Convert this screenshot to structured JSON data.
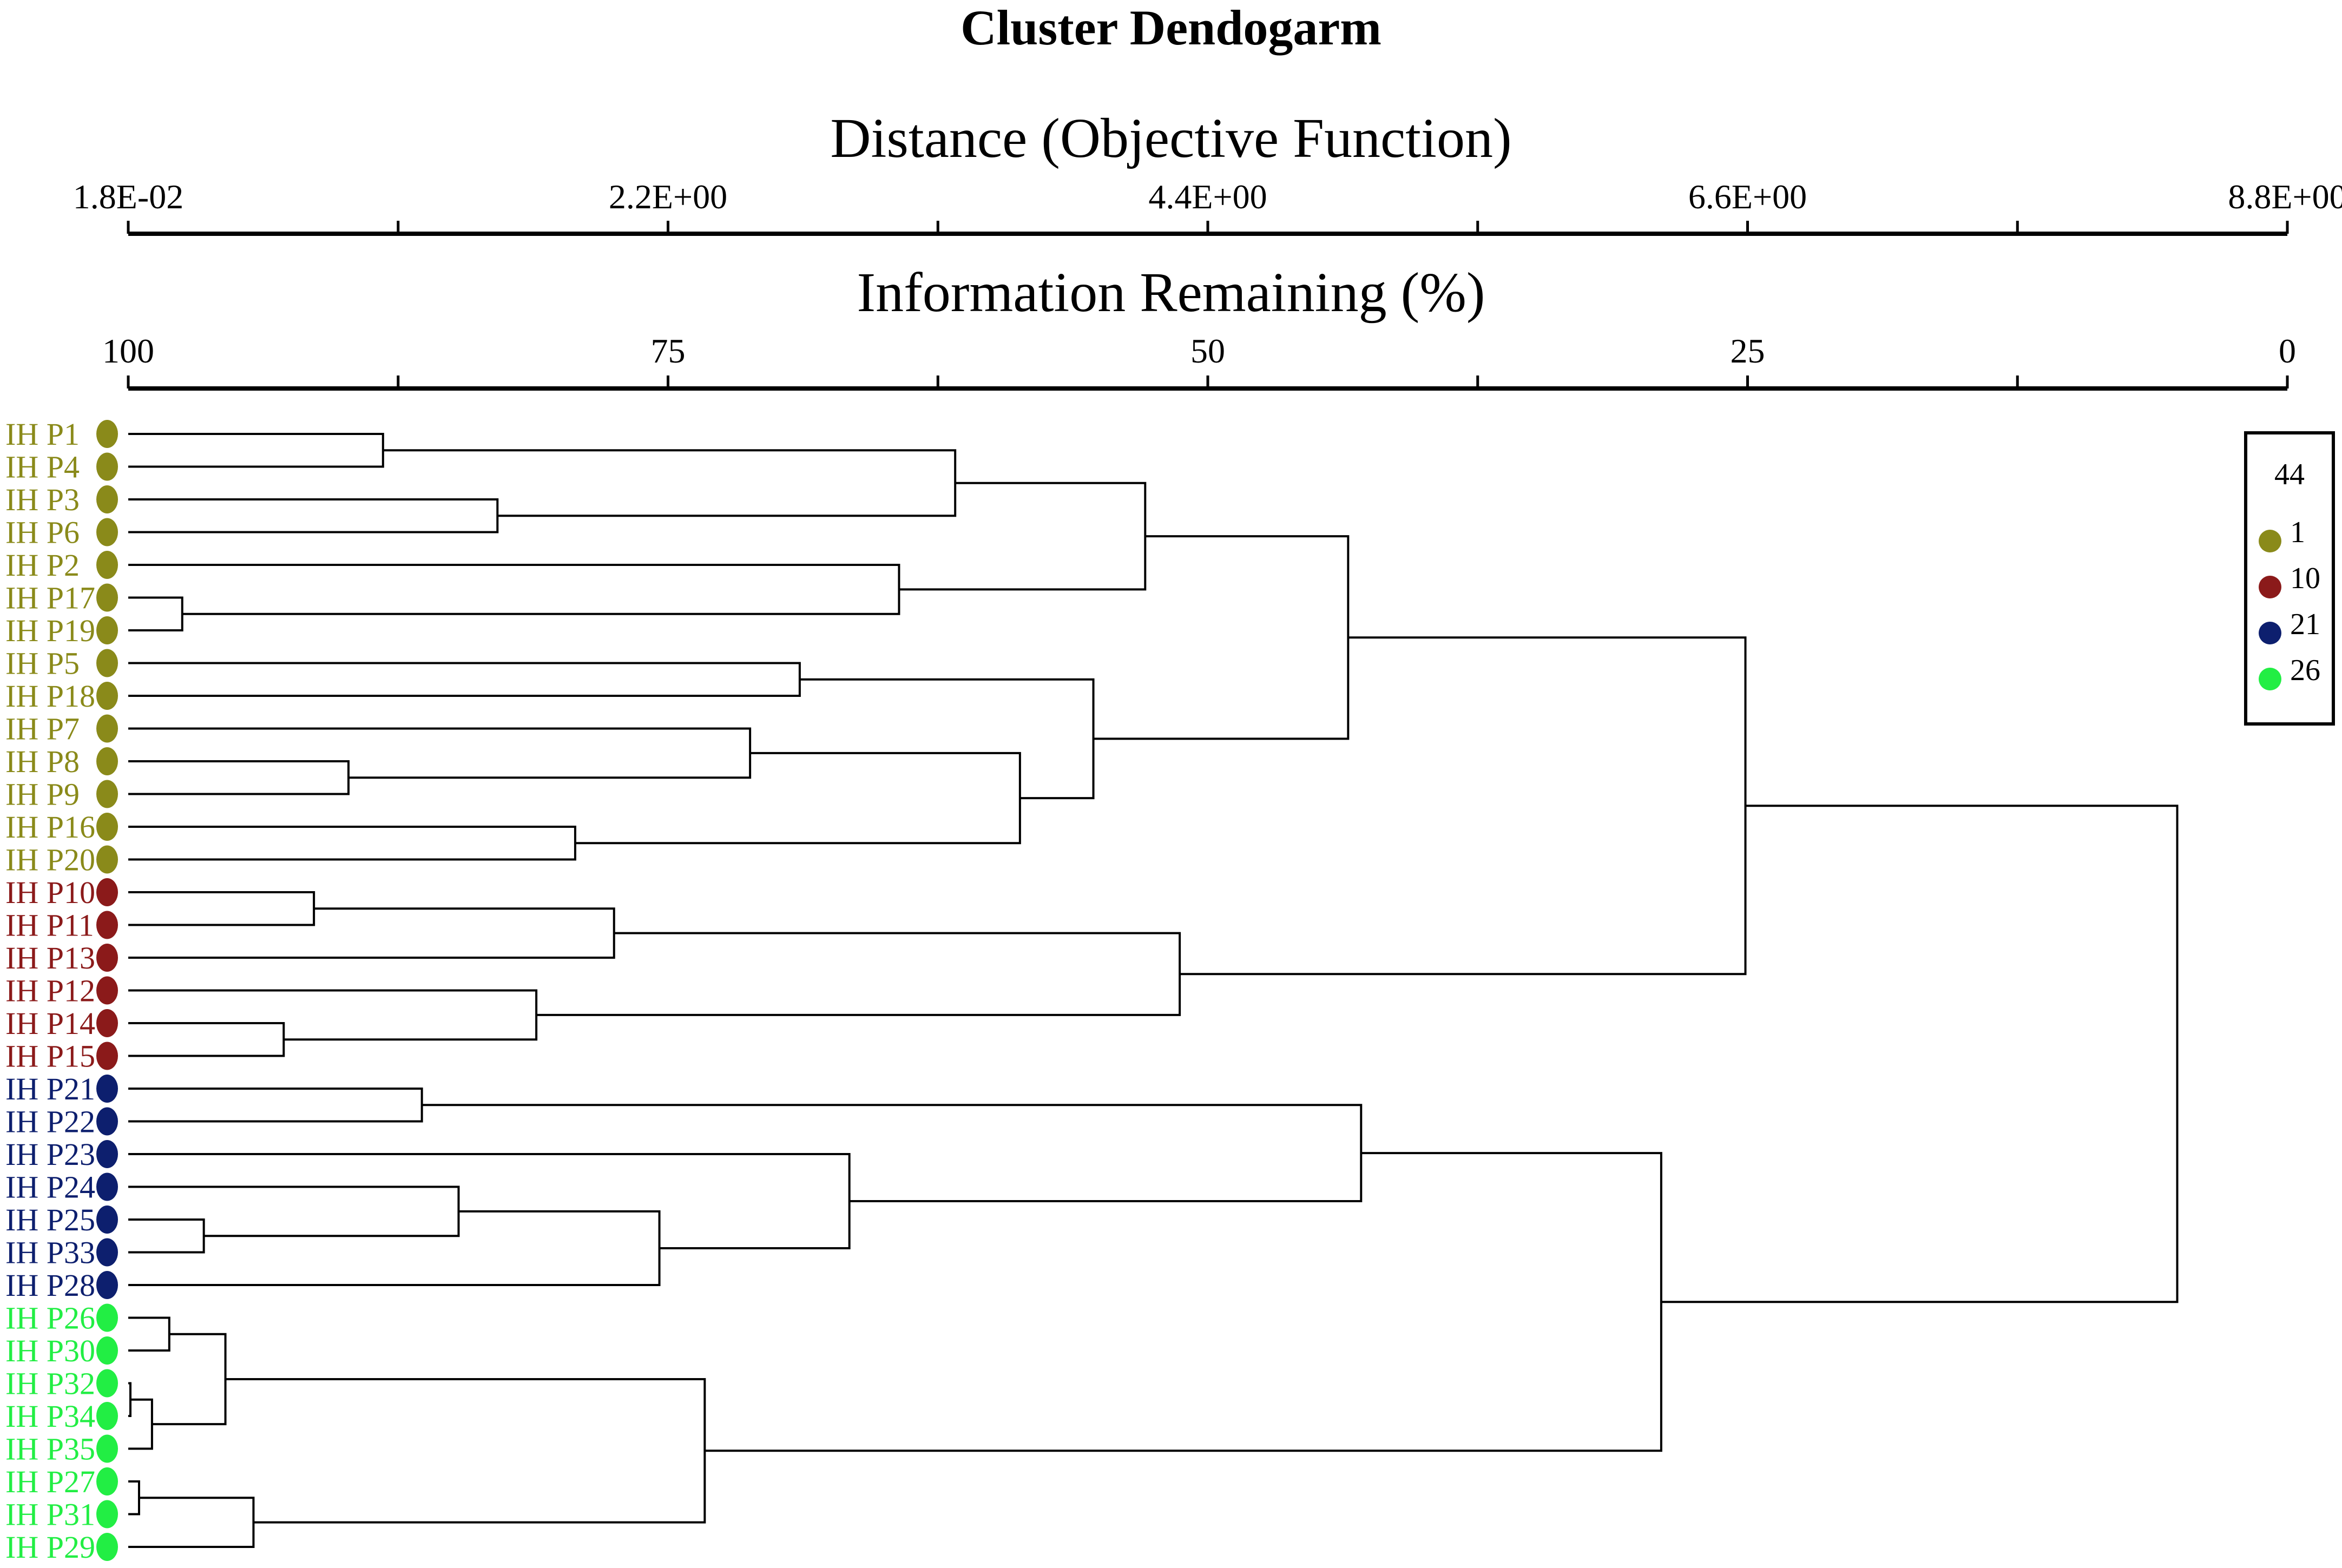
{
  "title": "Cluster Dendogarm",
  "axes": {
    "distance": {
      "title": "Distance (Objective Function)",
      "tick_labels": [
        "1.8E-02",
        "2.2E+00",
        "4.4E+00",
        "6.6E+00",
        "8.8E+00"
      ]
    },
    "information": {
      "title": "Information Remaining (%)",
      "tick_labels": [
        "100",
        "75",
        "50",
        "25",
        "0"
      ]
    }
  },
  "legend": {
    "title": "44",
    "items": [
      {
        "label": "1",
        "color": "#8a8a1a"
      },
      {
        "label": "10",
        "color": "#8b1a1a"
      },
      {
        "label": "21",
        "color": "#0d1f6e"
      },
      {
        "label": "26",
        "color": "#22ee44"
      }
    ]
  },
  "leaves": [
    {
      "label": "IH P1",
      "group": 0
    },
    {
      "label": "IH P4",
      "group": 0
    },
    {
      "label": "IH P3",
      "group": 0
    },
    {
      "label": "IH P6",
      "group": 0
    },
    {
      "label": "IH P2",
      "group": 0
    },
    {
      "label": "IH P17",
      "group": 0
    },
    {
      "label": "IH P19",
      "group": 0
    },
    {
      "label": "IH P5",
      "group": 0
    },
    {
      "label": "IH P18",
      "group": 0
    },
    {
      "label": "IH P7",
      "group": 0
    },
    {
      "label": "IH P8",
      "group": 0
    },
    {
      "label": "IH P9",
      "group": 0
    },
    {
      "label": "IH P16",
      "group": 0
    },
    {
      "label": "IH P20",
      "group": 0
    },
    {
      "label": "IH P10",
      "group": 1
    },
    {
      "label": "IH P11",
      "group": 1
    },
    {
      "label": "IH P13",
      "group": 1
    },
    {
      "label": "IH P12",
      "group": 1
    },
    {
      "label": "IH P14",
      "group": 1
    },
    {
      "label": "IH P15",
      "group": 1
    },
    {
      "label": "IH P21",
      "group": 2
    },
    {
      "label": "IH P22",
      "group": 2
    },
    {
      "label": "IH P23",
      "group": 2
    },
    {
      "label": "IH P24",
      "group": 2
    },
    {
      "label": "IH P25",
      "group": 2
    },
    {
      "label": "IH P33",
      "group": 2
    },
    {
      "label": "IH P28",
      "group": 2
    },
    {
      "label": "IH P26",
      "group": 3
    },
    {
      "label": "IH P30",
      "group": 3
    },
    {
      "label": "IH P32",
      "group": 3
    },
    {
      "label": "IH P34",
      "group": 3
    },
    {
      "label": "IH P35",
      "group": 3
    },
    {
      "label": "IH P27",
      "group": 3
    },
    {
      "label": "IH P31",
      "group": 3
    },
    {
      "label": "IH P29",
      "group": 3
    }
  ],
  "chart_data": {
    "type": "dendrogram",
    "note_units": "merge heights in Information Remaining (%)",
    "info_range": [
      100,
      0
    ],
    "distance_range": [
      0.018,
      8.8
    ],
    "merges": [
      {
        "a": "L0",
        "b": "L1",
        "height": 88.2
      },
      {
        "a": "L2",
        "b": "L3",
        "height": 82.9
      },
      {
        "a": "M0",
        "b": "M1",
        "height": 61.7
      },
      {
        "a": "L5",
        "b": "L6",
        "height": 97.5
      },
      {
        "a": "L4",
        "b": "M3",
        "height": 64.3
      },
      {
        "a": "M2",
        "b": "M4",
        "height": 52.9
      },
      {
        "a": "L7",
        "b": "L8",
        "height": 68.9
      },
      {
        "a": "L10",
        "b": "L11",
        "height": 89.8
      },
      {
        "a": "L9",
        "b": "M7",
        "height": 71.2
      },
      {
        "a": "L12",
        "b": "L13",
        "height": 79.3
      },
      {
        "a": "M8",
        "b": "M9",
        "height": 58.7
      },
      {
        "a": "M6",
        "b": "M10",
        "height": 55.3
      },
      {
        "a": "M5",
        "b": "M11",
        "height": 43.5
      },
      {
        "a": "L14",
        "b": "L15",
        "height": 91.4
      },
      {
        "a": "M13",
        "b": "L16",
        "height": 77.5
      },
      {
        "a": "L18",
        "b": "L19",
        "height": 92.8
      },
      {
        "a": "L17",
        "b": "M15",
        "height": 81.1
      },
      {
        "a": "M14",
        "b": "M16",
        "height": 51.3
      },
      {
        "a": "M12",
        "b": "M17",
        "height": 25.1
      },
      {
        "a": "L20",
        "b": "L21",
        "height": 86.4
      },
      {
        "a": "L24",
        "b": "L25",
        "height": 96.5
      },
      {
        "a": "L23",
        "b": "M20",
        "height": 84.7
      },
      {
        "a": "M21",
        "b": "L26",
        "height": 75.4
      },
      {
        "a": "L22",
        "b": "M22",
        "height": 66.6
      },
      {
        "a": "M19",
        "b": "M23",
        "height": 42.9
      },
      {
        "a": "L27",
        "b": "L28",
        "height": 98.1
      },
      {
        "a": "L29",
        "b": "L30",
        "height": 99.9
      },
      {
        "a": "M26",
        "b": "L31",
        "height": 98.9
      },
      {
        "a": "M25",
        "b": "M27",
        "height": 95.5
      },
      {
        "a": "L32",
        "b": "L33",
        "height": 99.5
      },
      {
        "a": "M29",
        "b": "L34",
        "height": 94.2
      },
      {
        "a": "M28",
        "b": "M30",
        "height": 73.3
      },
      {
        "a": "M24",
        "b": "M31",
        "height": 29.0
      },
      {
        "a": "M18",
        "b": "M32",
        "height": 5.1
      }
    ]
  }
}
